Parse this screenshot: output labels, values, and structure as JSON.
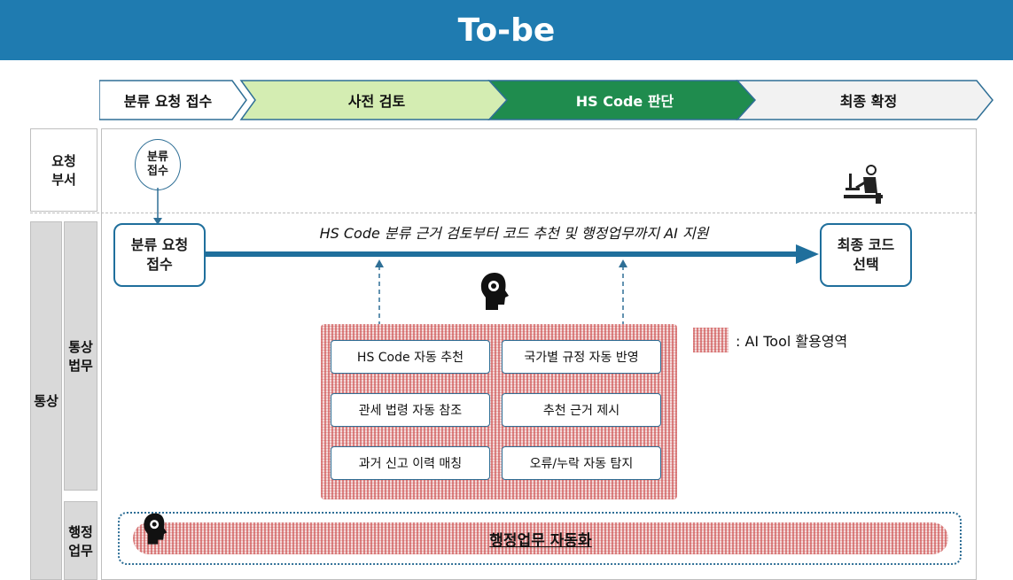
{
  "header": {
    "title": "To-be"
  },
  "stages": [
    {
      "label": "분류 요청 접수",
      "fill": "#ffffff"
    },
    {
      "label": "사전 검토",
      "fill": "#d4edb2"
    },
    {
      "label": "HS Code 판단",
      "fill": "#1f8c4e"
    },
    {
      "label": "최종 확정",
      "fill": "#f2f2f2"
    }
  ],
  "rows": {
    "request_dept": "요청\n부서",
    "trade_group": "통상",
    "trade_work": "통상\n법무",
    "admin_work": "행정\n업무"
  },
  "flow": {
    "receipt_circle": "분류\n접수",
    "start_box": "분류 요청\n접수",
    "end_box": "최종 코드\n선택",
    "caption": "HS Code 분류 근거 검토부터 코드 추천 및 행정업무까지 AI 지원"
  },
  "ai_tools": [
    "HS Code 자동 추천",
    "국가별 규정 자동 반영",
    "관세 법령 자동 참조",
    "추천 근거 제시",
    "과거 신고 이력 매칭",
    "오류/누락 자동 탐지"
  ],
  "legend": {
    "label": ": AI Tool 활용영역"
  },
  "admin_bar": {
    "label": "행정업무 자동화"
  },
  "icons": [
    "ai-head-icon",
    "worker-at-desk-icon",
    "ai-head-icon"
  ],
  "colors": {
    "title_bar": "#1f7bb0",
    "arrow": "#1f6f9c",
    "hatch": "#c83c3c"
  }
}
